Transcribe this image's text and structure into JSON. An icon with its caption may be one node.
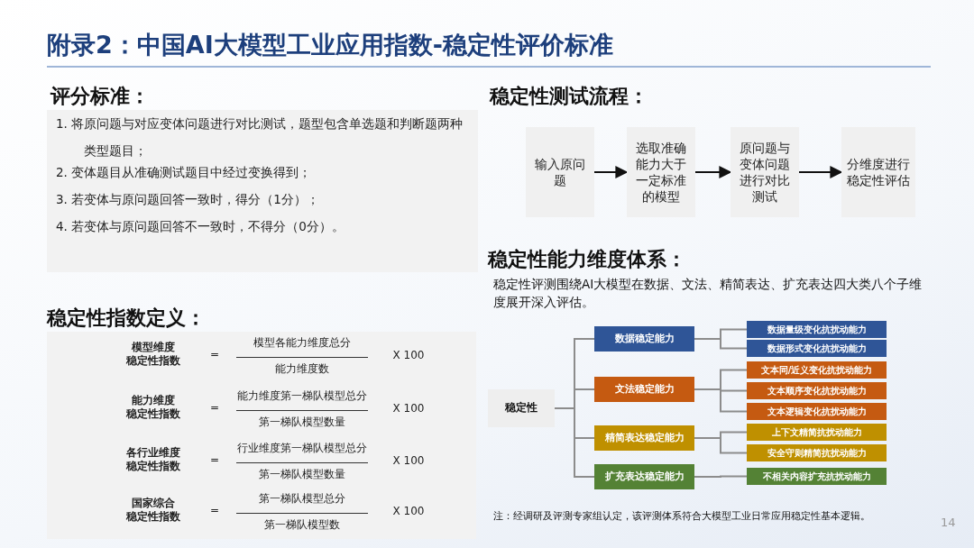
{
  "diagram": {
    "title": "附录2：中国AI大模型工业应用指数-稳定性评价标准",
    "nodes": [
      {
        "text": [
          "输入原问题"
        ]
      },
      {
        "text": [
          "选取准确能力大于一定标准的模型"
        ]
      },
      {
        "text": [
          "原问题与变体问题进行对比测试"
        ]
      },
      {
        "text": [
          "分维度进行稳定性评估"
        ]
      },
      {
        "text": [
          "稳定性"
        ]
      },
      {
        "text": [
          "数据稳定能力"
        ]
      },
      {
        "text": [
          "数据量级变化抗扰动能力"
        ]
      },
      {
        "text": [
          "数据形式变化抗扰动能力"
        ]
      },
      {
        "text": [
          "文法稳定能力"
        ]
      },
      {
        "text": [
          "文本同/近义变化抗扰动能力"
        ]
      },
      {
        "text": [
          "文本顺序变化抗扰动能力"
        ]
      },
      {
        "text": [
          "文本逻辑变化抗扰动能力"
        ]
      },
      {
        "text": [
          "精简表达稳定能力"
        ]
      },
      {
        "text": [
          "上下文精简抗扰动能力"
        ]
      },
      {
        "text": [
          "安全守则精简抗扰动能力"
        ]
      },
      {
        "text": [
          "扩充表达稳定能力"
        ]
      },
      {
        "text": [
          "不相关内容扩充抗扰动能力"
        ]
      }
    ],
    "edges": [
      {
        "from": 0,
        "to": 1,
        "arrow": "to",
        "color": "#111111"
      },
      {
        "from": 1,
        "to": 2,
        "arrow": "to",
        "color": "#111111"
      },
      {
        "from": 2,
        "to": 3,
        "arrow": "to",
        "color": "#111111"
      },
      {
        "from": 4,
        "to": 5,
        "arrow": "none"
      },
      {
        "from": 4,
        "to": 8,
        "arrow": "none"
      },
      {
        "from": 4,
        "to": 12,
        "arrow": "none"
      },
      {
        "from": 4,
        "to": 15,
        "arrow": "none"
      },
      {
        "from": 5,
        "to": 6,
        "arrow": "none"
      },
      {
        "from": 5,
        "to": 7,
        "arrow": "none"
      },
      {
        "from": 8,
        "to": 9,
        "arrow": "none"
      },
      {
        "from": 8,
        "to": 10,
        "arrow": "none"
      },
      {
        "from": 8,
        "to": 11,
        "arrow": "none"
      },
      {
        "from": 12,
        "to": 13,
        "arrow": "none"
      },
      {
        "from": 12,
        "to": 14,
        "arrow": "none"
      },
      {
        "from": 15,
        "to": 16,
        "arrow": "none"
      }
    ],
    "labels": [
      "评分标准：",
      "1. 将原问题与对应变体问题进行对比测试，题型包含单选题和判断题两种类型题目；",
      "2. 变体题目从准确测试题目中经过变换得到；",
      "3. 若变体与原问题回答一致时，得分（1分）；",
      "4. 若变体与原问题回答不一致时，不得分（0分）。",
      "稳定性测试流程：",
      "稳定性能力维度体系：",
      "稳定性评测围绕AI大模型在数据、文法、精简表达、扩充表达四大类八个子维度展开深入评估。",
      "稳定性指数定义：",
      "模型维度",
      "稳定性指数",
      "=",
      "模型各能力维度总分",
      "能力维度数",
      "X 100",
      "能力维度",
      "稳定性指数",
      "=",
      "能力维度第一梯队模型总分",
      "第一梯队模型数量",
      "X 100",
      "各行业维度",
      "稳定性指数",
      "=",
      "行业维度第一梯队模型总分",
      "第一梯队模型数量",
      "X 100",
      "国家综合",
      "稳定性指数",
      "=",
      "第一梯队模型总分",
      "第一梯队模型数",
      "X 100",
      "注：经调研及评测专家组认定，该评测体系符合大模型工业日常应用稳定性基本逻辑。",
      "14"
    ]
  }
}
